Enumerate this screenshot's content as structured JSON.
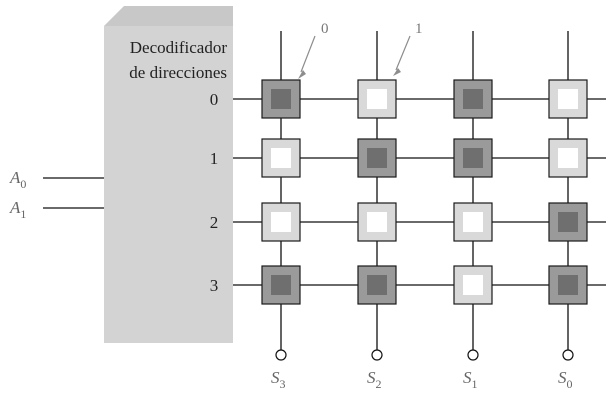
{
  "decoder": {
    "label_line1": "Decodificador",
    "label_line2": "de direcciones",
    "fill": "#d3d3d3",
    "top_fill": "#c8c8c8"
  },
  "address_inputs": [
    {
      "base": "A",
      "sub": "0"
    },
    {
      "base": "A",
      "sub": "1"
    }
  ],
  "row_labels": [
    "0",
    "1",
    "2",
    "3"
  ],
  "outputs": [
    {
      "base": "S",
      "sub": "3"
    },
    {
      "base": "S",
      "sub": "2"
    },
    {
      "base": "S",
      "sub": "1"
    },
    {
      "base": "S",
      "sub": "0"
    }
  ],
  "callouts": [
    {
      "text": "0",
      "target": "stored-0"
    },
    {
      "text": "1",
      "target": "stored-1"
    }
  ],
  "memory_bits": [
    [
      0,
      1,
      0,
      1
    ],
    [
      1,
      0,
      0,
      1
    ],
    [
      1,
      1,
      1,
      0
    ],
    [
      0,
      0,
      1,
      0
    ]
  ],
  "colors": {
    "cell_frame_zero": "#9a9a9a",
    "cell_core_zero": "#6f6f6f",
    "cell_frame_one": "#d9d9d9",
    "cell_core_one": "#ffffff",
    "line": "#111111",
    "text": "#222222",
    "output_text": "#666666",
    "callout_text": "#777777"
  }
}
